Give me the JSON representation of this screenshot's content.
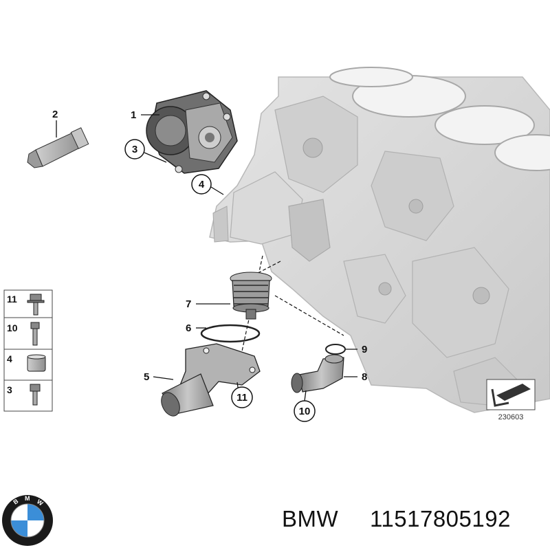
{
  "callouts": [
    {
      "id": "c1",
      "number": "1"
    },
    {
      "id": "c2",
      "number": "2"
    },
    {
      "id": "c3",
      "number": "3"
    },
    {
      "id": "c4",
      "number": "4"
    },
    {
      "id": "c5",
      "number": "5"
    },
    {
      "id": "c6",
      "number": "6"
    },
    {
      "id": "c7",
      "number": "7"
    },
    {
      "id": "c8",
      "number": "8"
    },
    {
      "id": "c9",
      "number": "9"
    },
    {
      "id": "c10",
      "number": "10"
    },
    {
      "id": "c11",
      "number": "11"
    }
  ],
  "legend": [
    {
      "number": "11",
      "icon": "flange-bolt-icon"
    },
    {
      "number": "10",
      "icon": "stud-bolt-icon"
    },
    {
      "number": "4",
      "icon": "sleeve-icon"
    },
    {
      "number": "3",
      "icon": "hex-bolt-icon"
    }
  ],
  "reference_id": "230603",
  "footer": {
    "brand": "BMW",
    "part_number": "11517805192"
  },
  "colors": {
    "engine_block": "#d6d6d6",
    "part_gray": "#9a9a9a",
    "line": "#111111"
  }
}
